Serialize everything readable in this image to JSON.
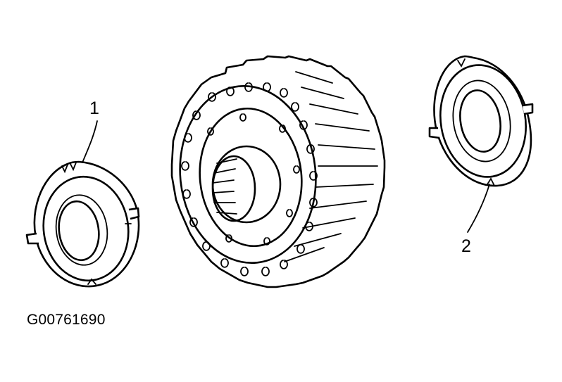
{
  "callouts": {
    "part_1": "1",
    "part_2": "2"
  },
  "figure_id": "G00761690",
  "colors": {
    "ink": "#000000",
    "background": "#ffffff"
  }
}
